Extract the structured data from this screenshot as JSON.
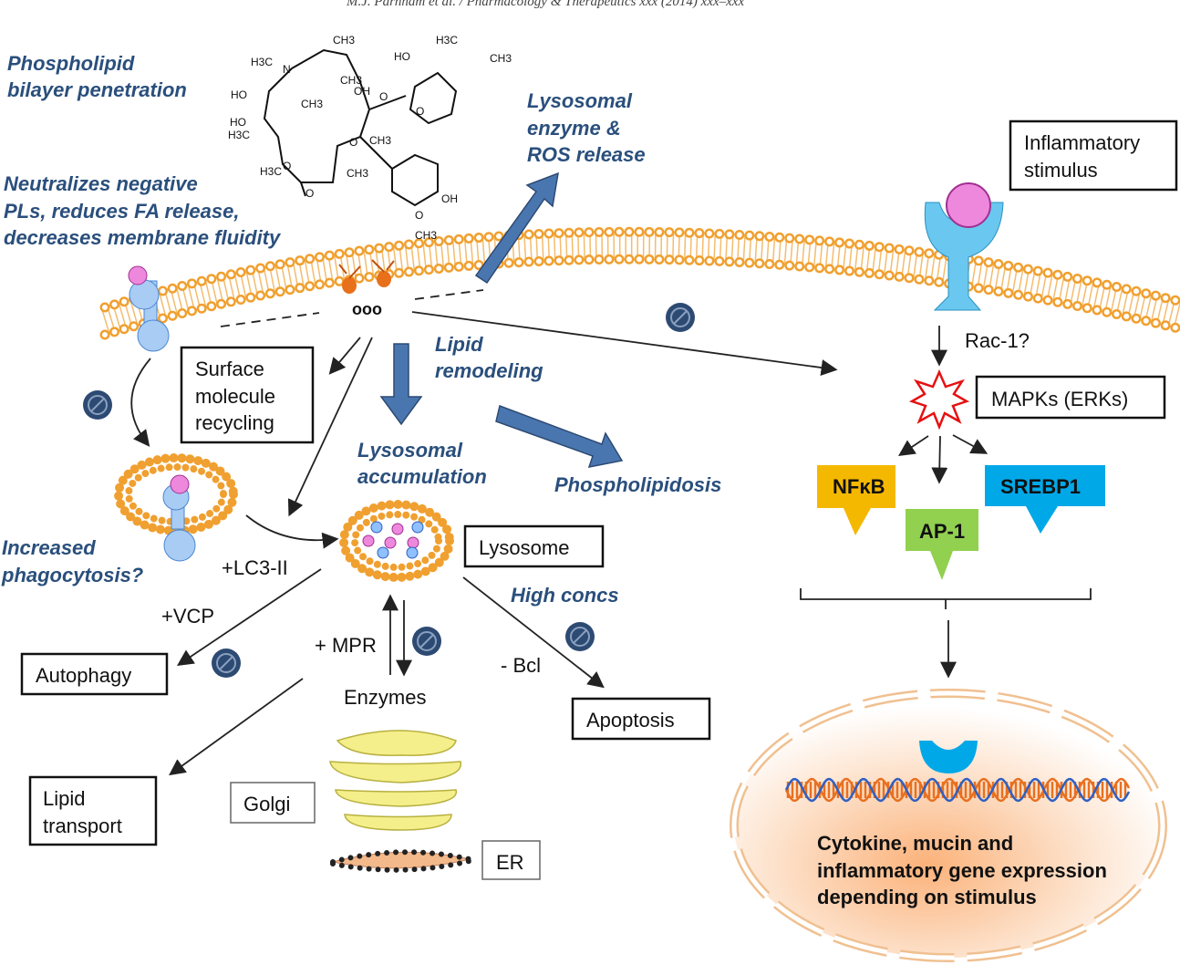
{
  "header": "M.J. Parnham et al. / Pharmacology & Therapeutics xxx (2014) xxx–xxx",
  "structure_labels": [
    "H3C",
    "CH3",
    "HO",
    "H3C",
    "N",
    "CH3",
    "HO",
    "CH3",
    "OH",
    "O",
    "HO",
    "H3C",
    "CH3",
    "O",
    "O",
    "CH3",
    "O",
    "H3C",
    "OH",
    "O",
    "CH3",
    "O",
    "CH3"
  ],
  "labels": {
    "phospholipid": [
      "Phospholipid",
      "bilayer penetration"
    ],
    "neutralizes": [
      "Neutralizes negative",
      "PLs, reduces FA release,",
      "decreases membrane fluidity"
    ],
    "lysosomal_enzyme": [
      "Lysosomal",
      "enzyme &",
      "ROS release"
    ],
    "lipid_remodeling": [
      "Lipid",
      "remodeling"
    ],
    "lysosomal_accumulation": [
      "Lysosomal",
      "accumulation"
    ],
    "phospholipidosis": "Phospholipidosis",
    "increased_phagocytosis": [
      "Increased",
      "phagocytosis?"
    ],
    "lc3": "+LC3-II",
    "vcp": "+VCP",
    "mpr": "+ MPR",
    "enzymes": "Enzymes",
    "high_concs": "High concs",
    "bcl": "- Bcl",
    "rac1": "Rac-1?",
    "nucleus_text": [
      "Cytokine, mucin and",
      "inflammatory gene expression",
      "depending on stimulus"
    ]
  },
  "boxes": {
    "inflammatory_stimulus": [
      "Inflammatory",
      "stimulus"
    ],
    "mapks": "MAPKs (ERKs)",
    "surface_molecule": [
      "Surface",
      "molecule",
      "recycling"
    ],
    "lysosome": "Lysosome",
    "autophagy": "Autophagy",
    "apoptosis": "Apoptosis",
    "lipid_transport": [
      "Lipid",
      "transport"
    ],
    "golgi": "Golgi",
    "er": "ER"
  },
  "transcription_factors": [
    {
      "label": "NFκB",
      "color": "#f5b800"
    },
    {
      "label": "AP-1",
      "color": "#92d050"
    },
    {
      "label": "SREBP1",
      "color": "#00a8e8"
    }
  ],
  "colors": {
    "membrane": "#f0a030",
    "text_blue": "#2a4f7c",
    "arrow_blue": "#4a76b0",
    "receptor": "#6ac8f0",
    "ligand": "#ee88dd",
    "inhibit": "#2d4a72"
  },
  "icons": {
    "inhibit": "inhibition-symbol",
    "kinase": "red-starburst"
  }
}
